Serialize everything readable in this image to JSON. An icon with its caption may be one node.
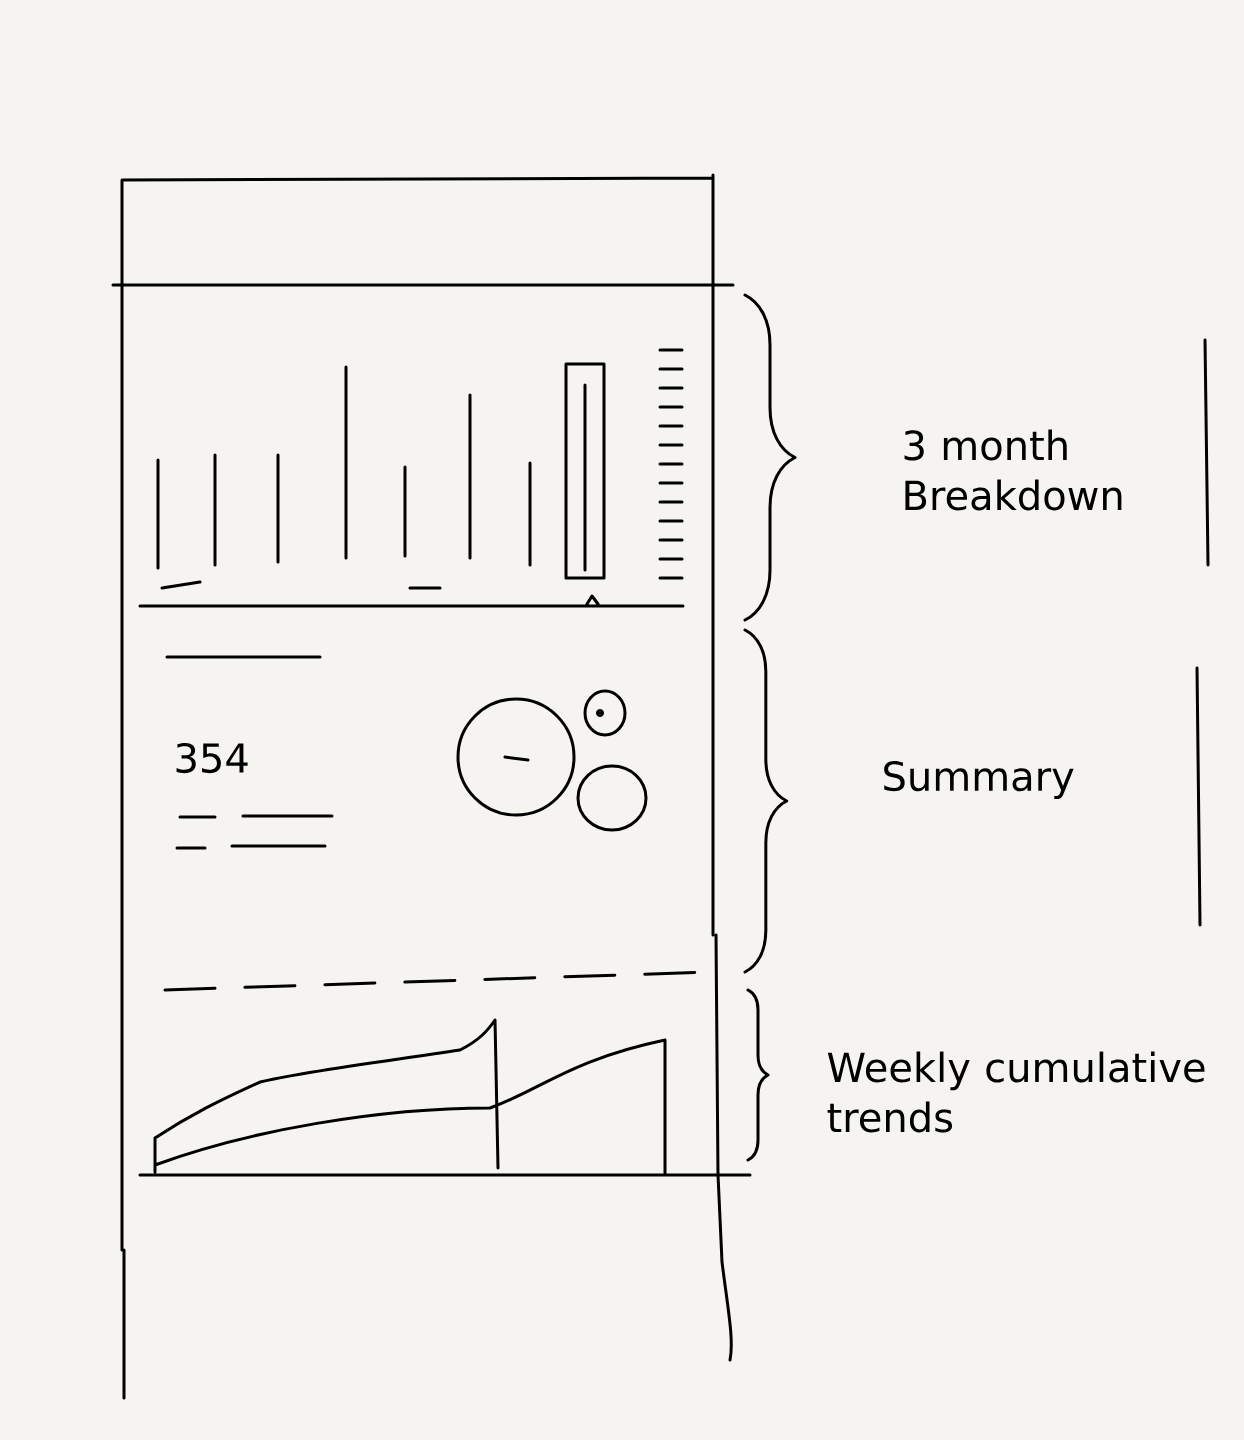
{
  "diagram": {
    "labels": [
      "3 month Breakdown",
      "354",
      "Summary",
      "Weekly cumulative trends"
    ]
  }
}
